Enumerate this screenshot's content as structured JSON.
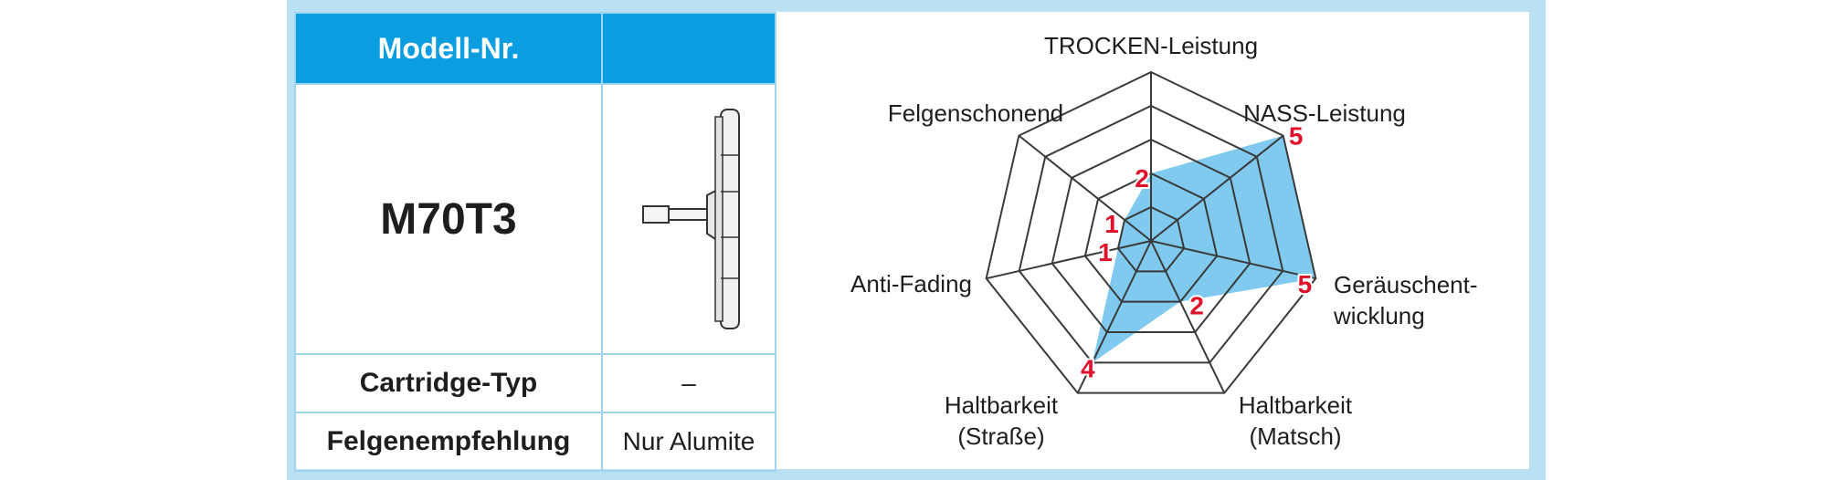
{
  "table": {
    "header_label": "Modell-Nr.",
    "header_value": "",
    "model_number": "M70T3",
    "rows": [
      {
        "label": "Cartridge-Typ",
        "value": "–"
      },
      {
        "label": "Felgenempfehlung",
        "value": "Nur Alumite"
      }
    ]
  },
  "icons": {
    "product_image": "brake-shoe-icon"
  },
  "colors": {
    "header_blue": "#0a9de0",
    "border_blue": "#9fd3ee",
    "frame_blue": "#b9e0f3",
    "fill_blue": "#7fcaee",
    "score_red": "#e0102a"
  },
  "chart_data": {
    "type": "radar",
    "max": 5,
    "axes": [
      {
        "label": "TROCKEN-Leistung",
        "value": 2
      },
      {
        "label": "NASS-Leistung",
        "value": 5
      },
      {
        "label": "Geräuschent-\nwicklung",
        "value": 5
      },
      {
        "label": "Haltbarkeit\n(Matsch)",
        "value": 2
      },
      {
        "label": "Haltbarkeit\n(Straße)",
        "value": 4
      },
      {
        "label": "Anti-Fading",
        "value": 1
      },
      {
        "label": "Felgenschonend",
        "value": 1
      }
    ]
  }
}
